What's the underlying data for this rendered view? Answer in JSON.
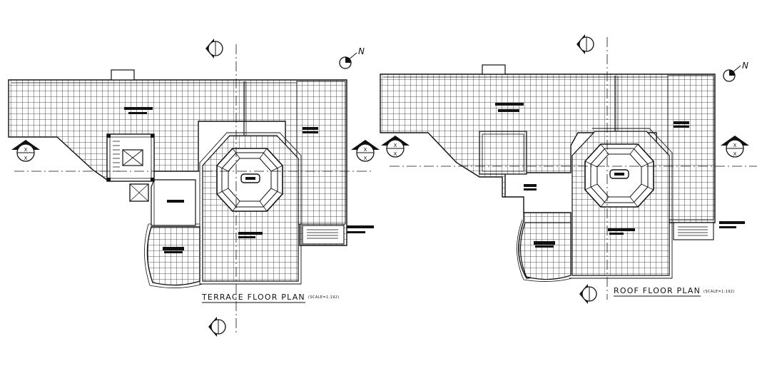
{
  "drawing": {
    "line_color": "#111111",
    "background": "#ffffff",
    "hatch": "square-tile-grid"
  },
  "plans": [
    {
      "id": "terrace",
      "title": "TERRACE FLOOR PLAN",
      "scale": "(SCALE=1:192)",
      "north_label": "N",
      "section_marks": {
        "top": "X",
        "bottom": "X"
      }
    },
    {
      "id": "roof",
      "title": "ROOF FLOOR PLAN",
      "scale": "(SCALE=1:192)",
      "north_label": "N",
      "section_marks": {
        "top": "X",
        "bottom": "X"
      }
    }
  ]
}
